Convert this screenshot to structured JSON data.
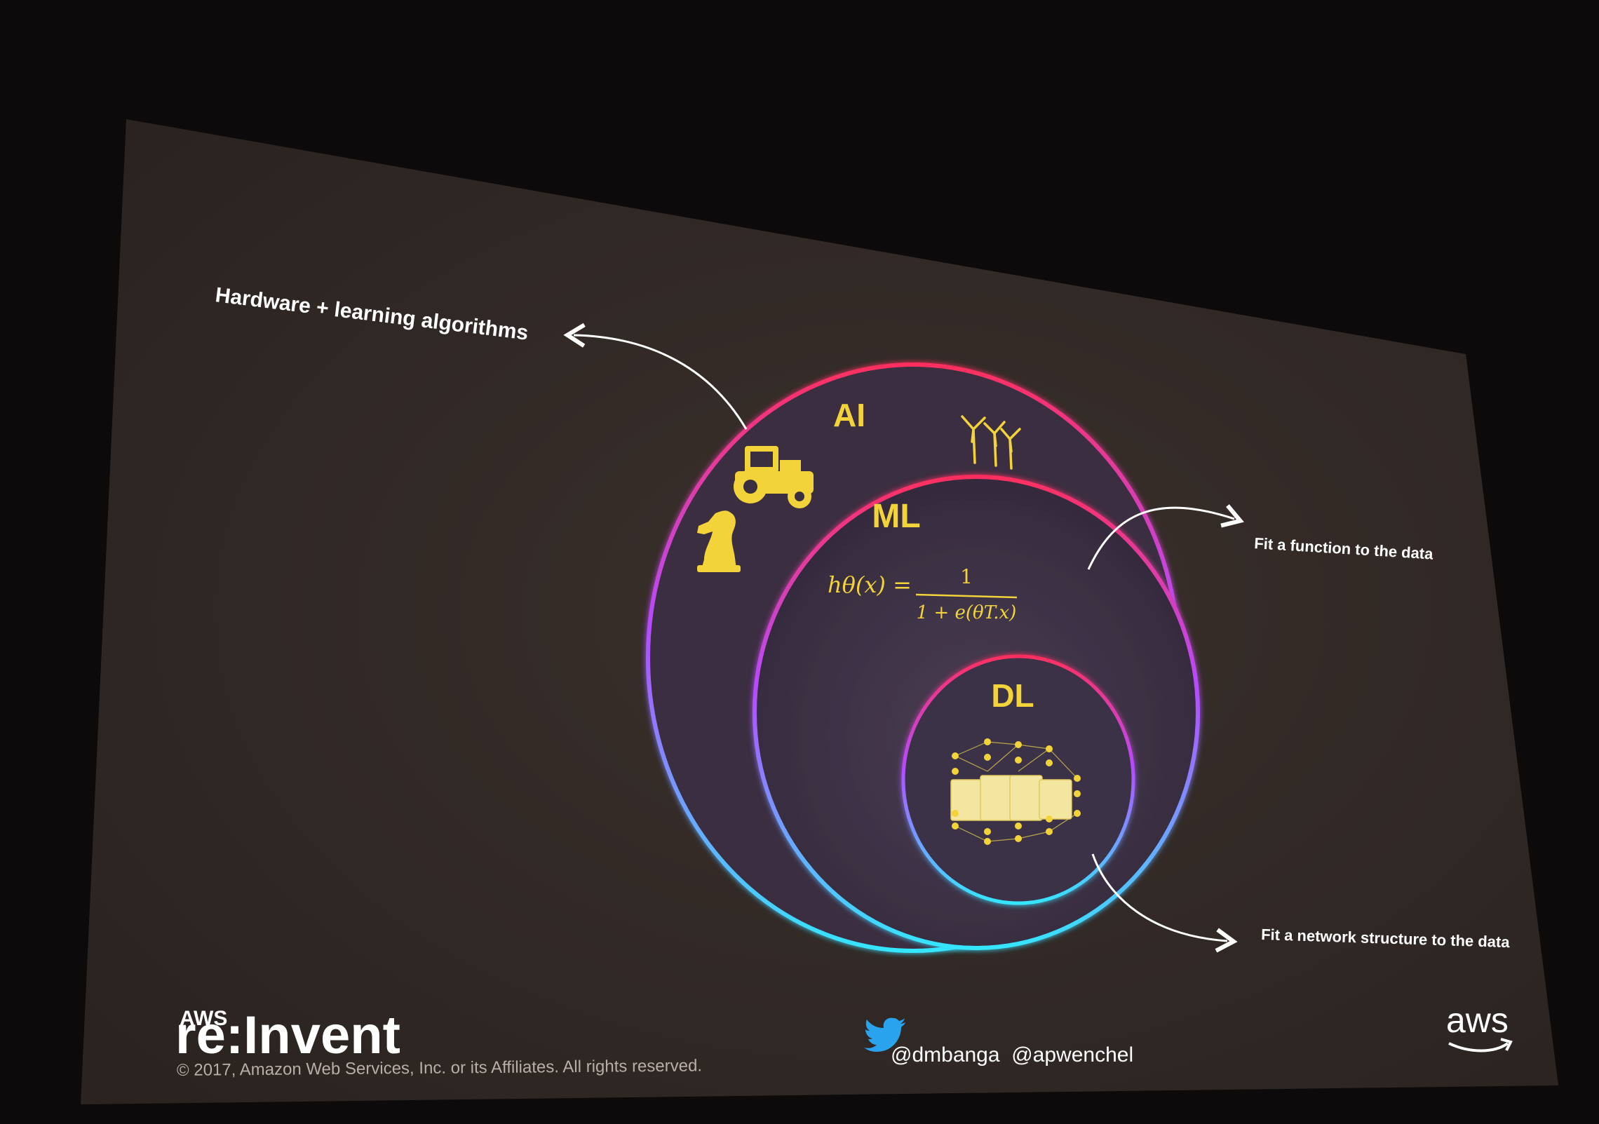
{
  "slide": {
    "top_left_caption": "Hardware + learning algorithms",
    "right_caption_ml": "Fit a function to the data",
    "right_caption_dl": "Fit a network structure to the data",
    "circles": {
      "ai_label": "AI",
      "ml_label": "ML",
      "dl_label": "DL"
    },
    "formula": {
      "lhs": "hθ(x) =",
      "numerator": "1",
      "denominator": "1 + e(θT.x)"
    },
    "icons": [
      "tractor-icon",
      "chess-knight-icon",
      "wind-turbine-icon",
      "neural-network-icon"
    ],
    "footer": {
      "logo_small": "AWS",
      "logo_large": "re:Invent",
      "copyright": "© 2017, Amazon Web Services, Inc. or its Affiliates. All rights reserved.",
      "handles": "@dmbanga  @apwenchel",
      "aws_logo": "aws"
    }
  },
  "colors": {
    "screen": "#3b312c",
    "room": "#0c0a0b",
    "icon_yellow": "#f3d33a",
    "ring_pink": "#ff3d7f",
    "ring_cyan": "#35e0ff",
    "text_white": "#ffffff"
  }
}
